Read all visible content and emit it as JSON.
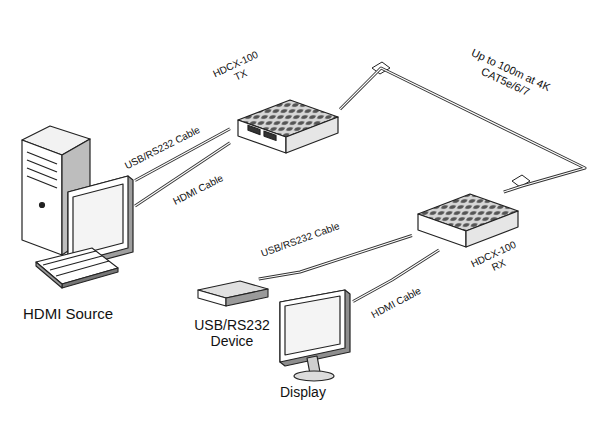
{
  "diagram": {
    "nodes": [
      {
        "text": [
          "HDMI Source"
        ]
      },
      {
        "text": [
          "HDCX-100 TX"
        ]
      },
      {
        "text": [
          "HDCX-100 RX"
        ]
      },
      {
        "text": [
          "USB/RS232 Device"
        ]
      },
      {
        "text": [
          "Display"
        ]
      }
    ],
    "edges": [
      {
        "from": 0,
        "to": 1,
        "arrow": "none",
        "label": "USB/RS232 Cable"
      },
      {
        "from": 0,
        "to": 1,
        "arrow": "none",
        "label": "HDMI Cable"
      },
      {
        "from": 1,
        "to": 2,
        "arrow": "none",
        "label": "Up to 100m at 4K CAT5e/6/7"
      },
      {
        "from": 2,
        "to": 3,
        "arrow": "none",
        "label": "USB/RS232 Cable"
      },
      {
        "from": 2,
        "to": 4,
        "arrow": "none",
        "label": "HDMI Cable"
      }
    ]
  }
}
